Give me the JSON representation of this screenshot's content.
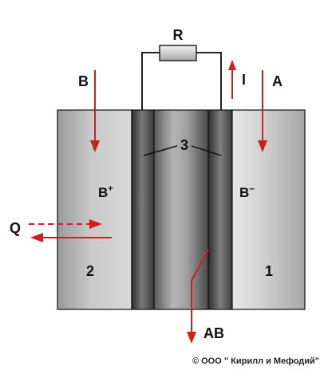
{
  "labels": {
    "resistor": "R",
    "current": "I",
    "input_b": "B",
    "input_a": "A",
    "membrane": "3",
    "ion_b_plus": "B",
    "ion_b_plus_sup": "+",
    "ion_b_minus": "B",
    "ion_b_minus_sup": "–",
    "heat": "Q",
    "electrode_left": "2",
    "electrode_right": "1",
    "product": "AB"
  },
  "copyright": "© ООО \" Кирилл и Мефодий\"",
  "colors": {
    "arrow": "#cc1f1f",
    "wire": "#222222",
    "outline": "#111111"
  }
}
